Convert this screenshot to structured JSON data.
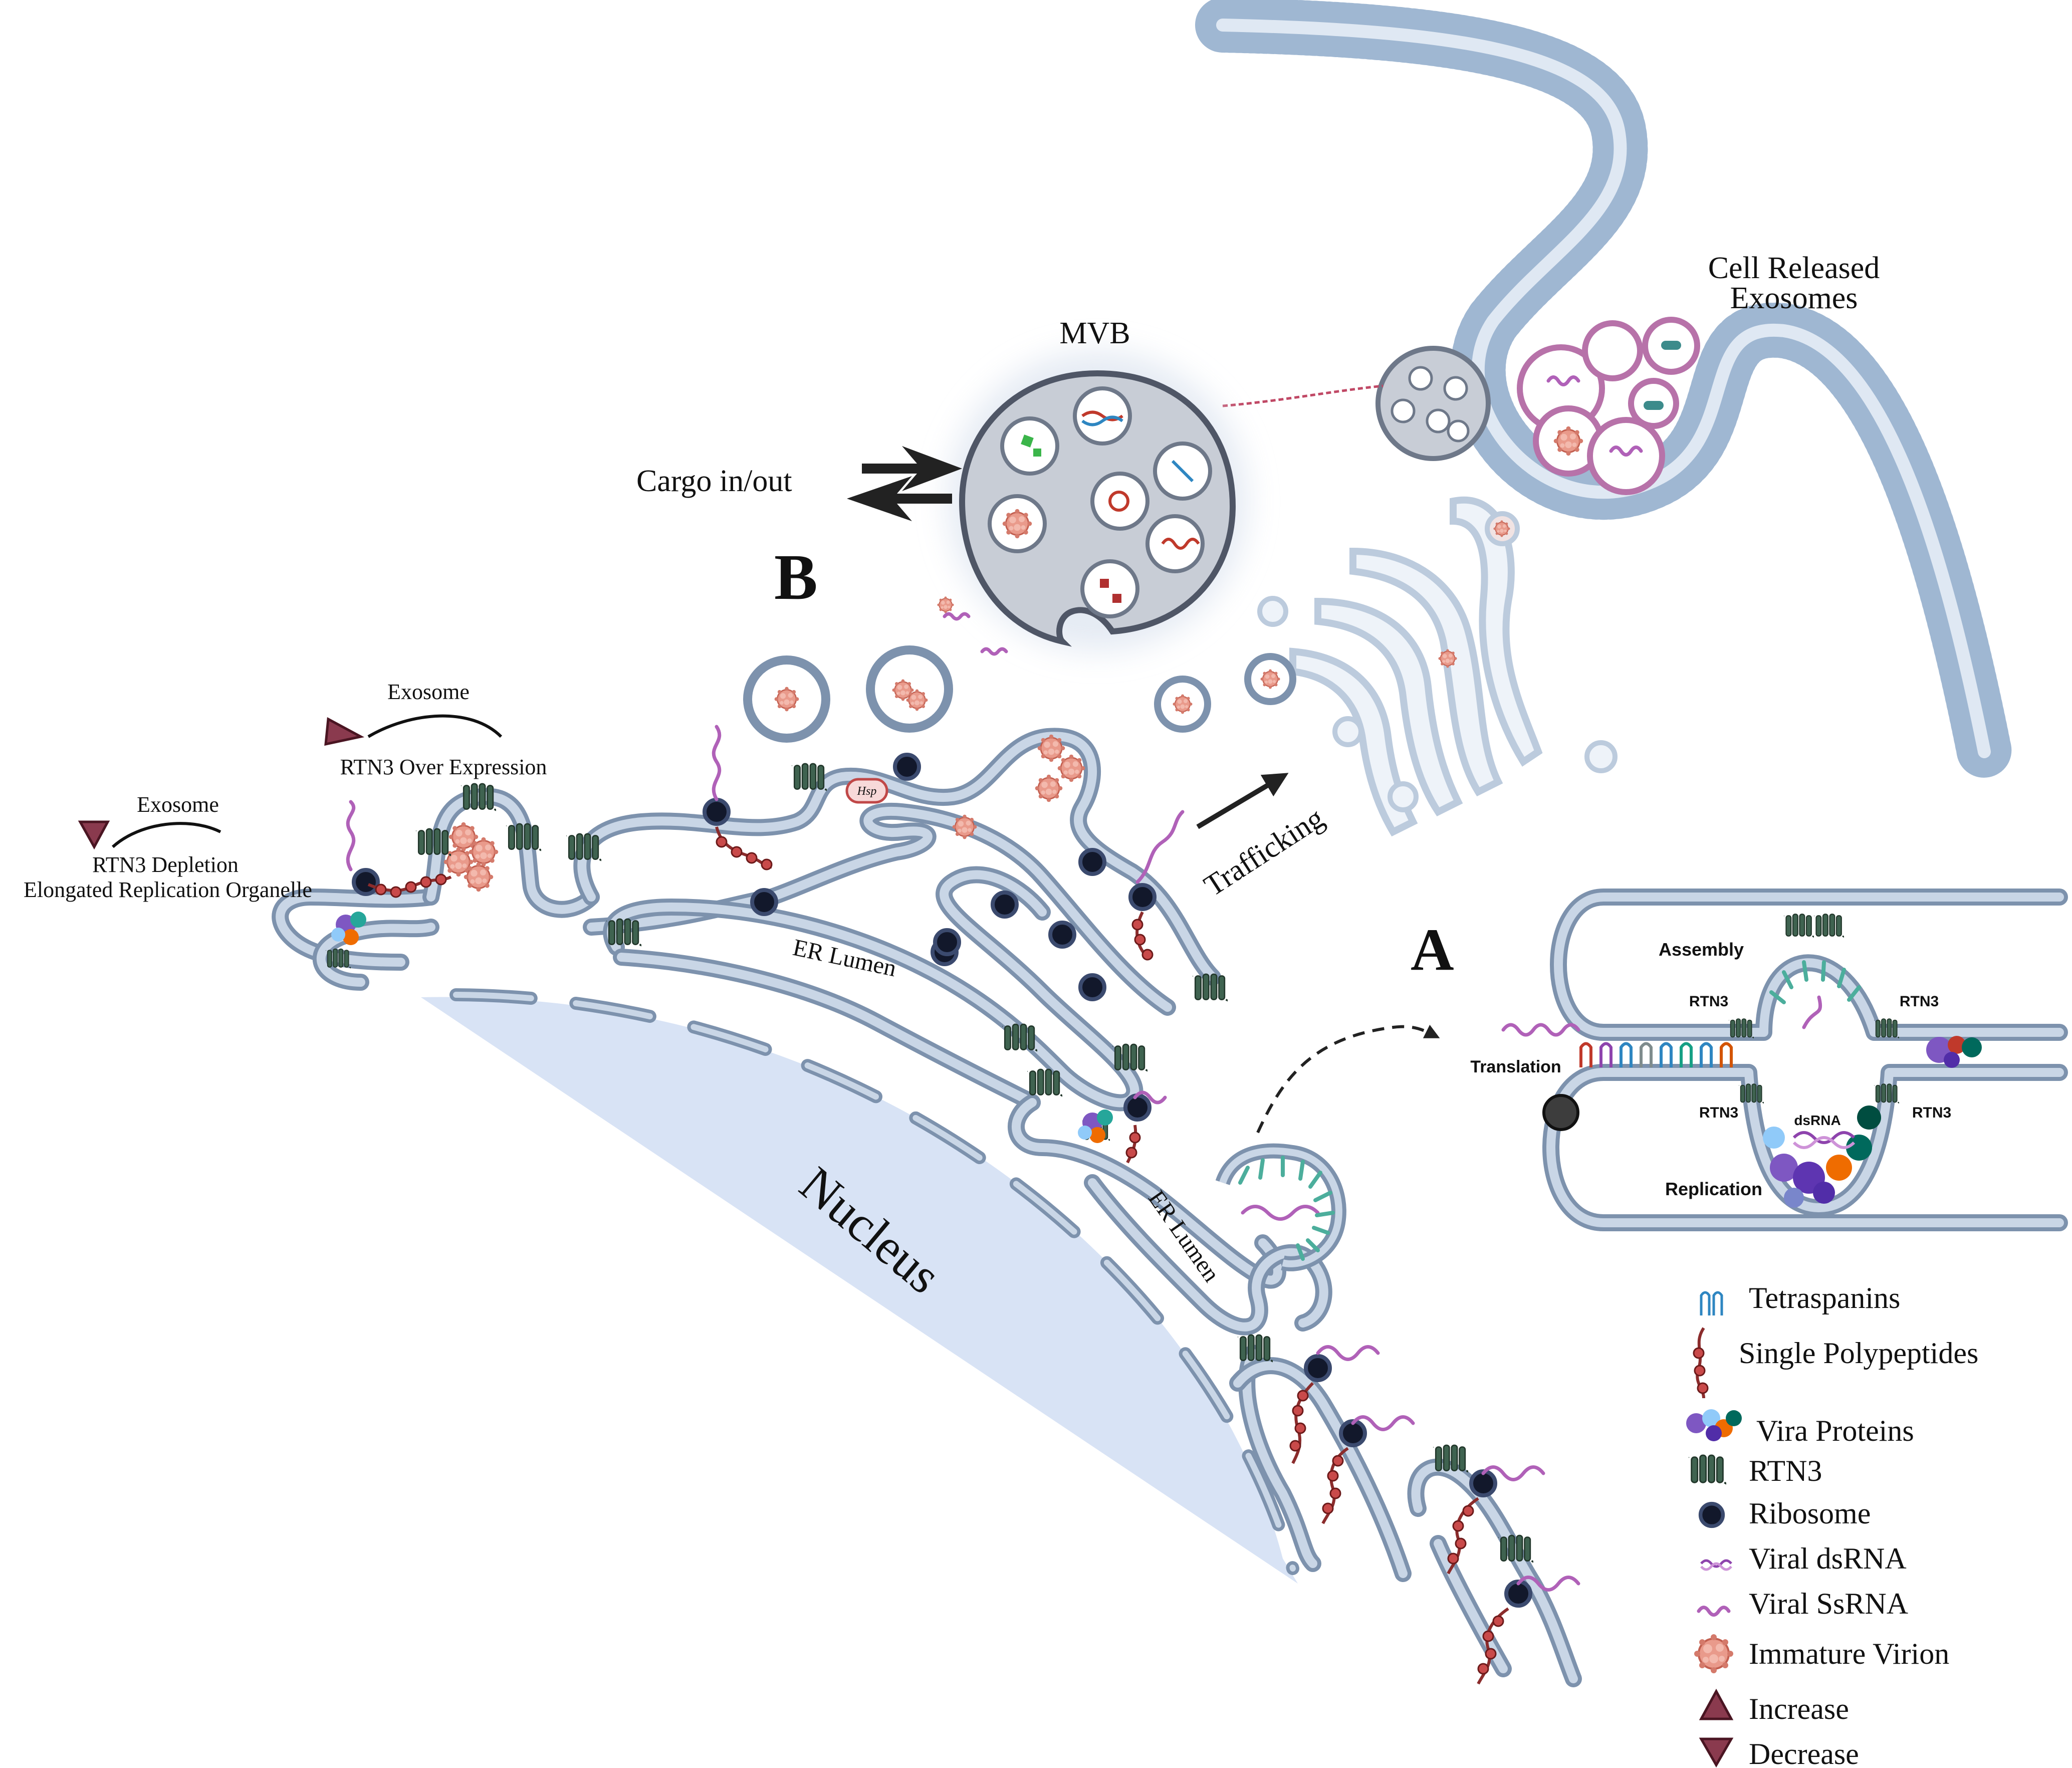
{
  "labels": {
    "nucleus": "Nucleus",
    "er_lumen_1": "ER Lumen",
    "er_lumen_2": "ER Lumen",
    "mvb": "MVB",
    "cargo": "Cargo in/out",
    "panel_b": "B",
    "panel_a": "A",
    "trafficking": "Trafficking",
    "cell_released_1": "Cell Released",
    "cell_released_2": "Exosomes",
    "hsp": "Hsp",
    "exosome_up": "Exosome",
    "rtn3_over": "RTN3 Over Expression",
    "exosome_down": "Exosome",
    "rtn3_depletion": "RTN3 Depletion",
    "elongated": "Elongated Replication Organelle",
    "assembly": "Assembly",
    "translation": "Translation",
    "replication": "Replication",
    "dsrna": "dsRNA",
    "rtn3_a1": "RTN3",
    "rtn3_a2": "RTN3",
    "rtn3_a3": "RTN3",
    "rtn3_a4": "RTN3"
  },
  "legend": [
    {
      "icon": "tetraspanin-icon",
      "label": "Tetraspanins"
    },
    {
      "icon": "polypeptide-icon",
      "label": "Single Polypeptides"
    },
    {
      "icon": "viral-protein-icon",
      "label": "Vira Proteins"
    },
    {
      "icon": "rtn3-icon",
      "label": "RTN3"
    },
    {
      "icon": "ribosome-icon",
      "label": "Ribosome"
    },
    {
      "icon": "dsrna-icon",
      "label": "Viral dsRNA"
    },
    {
      "icon": "ssrna-icon",
      "label": "Viral SsRNA"
    },
    {
      "icon": "virion-icon",
      "label": "Immature Virion"
    },
    {
      "icon": "increase-icon",
      "label": "Increase"
    },
    {
      "icon": "decrease-icon",
      "label": "Decrease"
    }
  ],
  "colors": {
    "membrane": "#7d92ad",
    "membrane_inner": "#c9d6e6",
    "nucleus": "#d8e3f5",
    "ribosome": "#12182b",
    "rtn3": "#3f6350",
    "ssrna": "#b061b8",
    "virion": "#e99a8b",
    "arrow_marker": "#8a3a4e",
    "spike": "#4cae9c"
  }
}
